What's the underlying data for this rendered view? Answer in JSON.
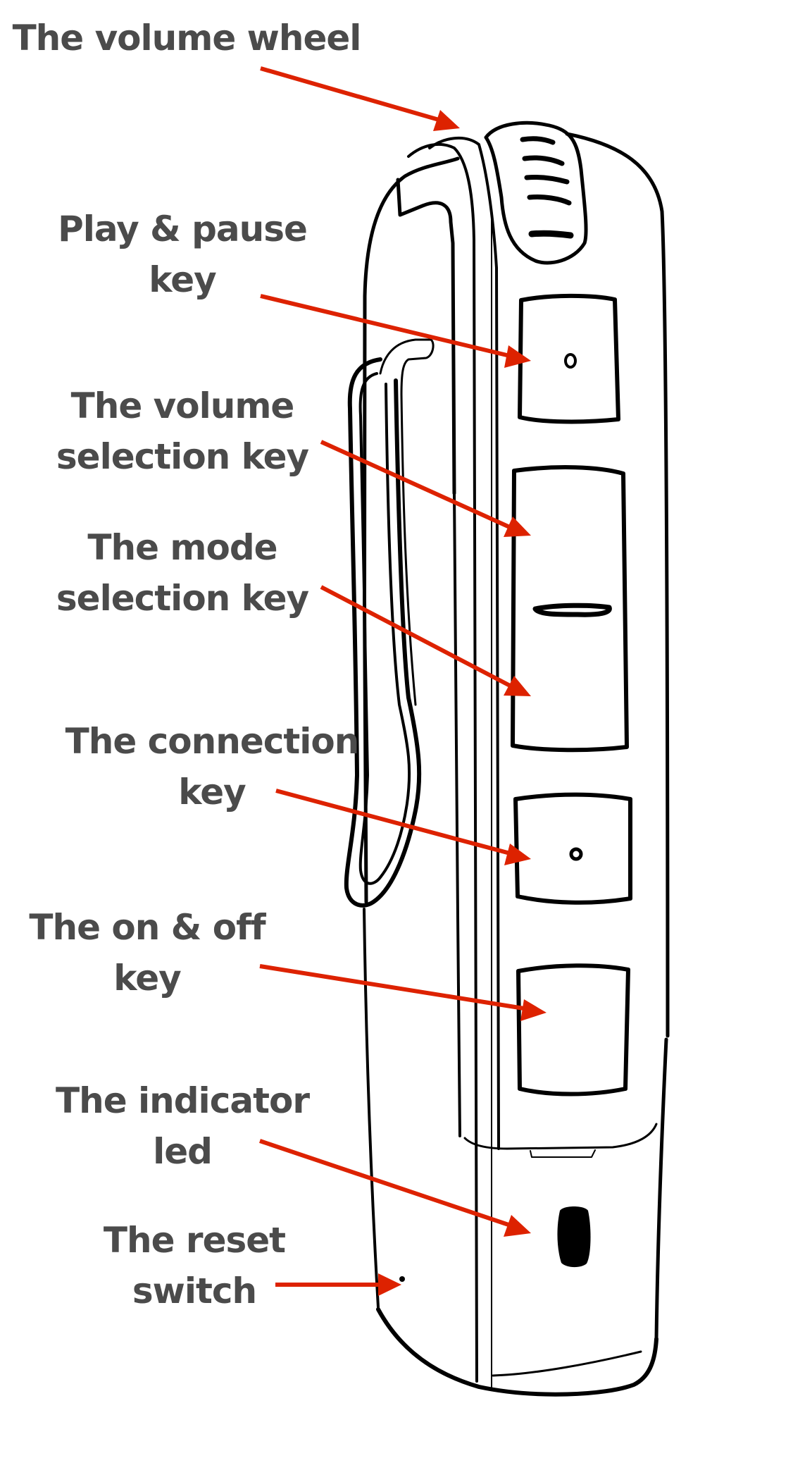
{
  "diagram": {
    "subject": "Bluetooth receiver / clip-on device (hand-drawn side view)",
    "arrow_color": "#dd2200",
    "text_color": "#4b4b4b",
    "callouts": [
      {
        "id": "volume-wheel",
        "lines": [
          "The volume wheel"
        ]
      },
      {
        "id": "play-pause-key",
        "lines": [
          "Play & pause",
          "key"
        ]
      },
      {
        "id": "volume-selection-key",
        "lines": [
          "The volume",
          "selection key"
        ]
      },
      {
        "id": "mode-selection-key",
        "lines": [
          "The mode",
          "selection key"
        ]
      },
      {
        "id": "connection-key",
        "lines": [
          "The connection",
          "key"
        ]
      },
      {
        "id": "on-off-key",
        "lines": [
          "The on & off",
          "key"
        ]
      },
      {
        "id": "indicator-led",
        "lines": [
          "The indicator",
          "led"
        ]
      },
      {
        "id": "reset-switch",
        "lines": [
          "The reset",
          "switch"
        ]
      }
    ]
  }
}
